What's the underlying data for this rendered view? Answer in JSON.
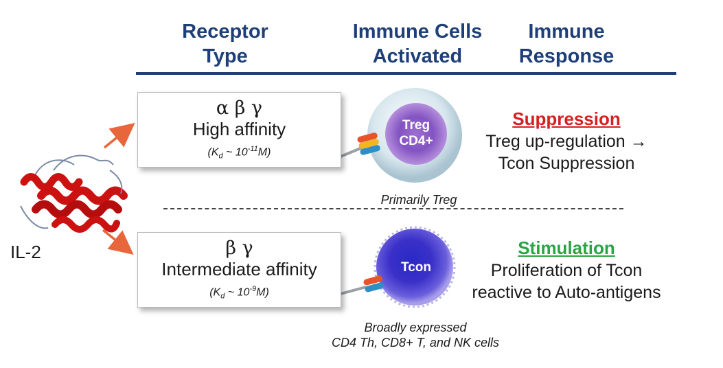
{
  "headers": {
    "receptor": [
      "Receptor",
      "Type"
    ],
    "cells": [
      "Immune Cells",
      "Activated"
    ],
    "response": [
      "Immune",
      "Response"
    ]
  },
  "protein": {
    "label": "IL-2"
  },
  "high_affinity": {
    "subunits": "α β γ",
    "affinity": "High affinity",
    "kd_prefix": "(K",
    "kd_sub": "d",
    "kd_mid": " ~ 10",
    "kd_exp": "-11",
    "kd_unit": "M)",
    "cell": {
      "line1": "Treg",
      "line2": "CD4+"
    },
    "caption": "Primarily Treg",
    "response_title": "Suppression",
    "response_lines": [
      "Treg up-regulation →",
      "Tcon Suppression"
    ]
  },
  "intermediate_affinity": {
    "subunits": "β γ",
    "affinity": "Intermediate affinity",
    "kd_prefix": "(K",
    "kd_sub": "d",
    "kd_mid": " ~ 10",
    "kd_exp": "-9",
    "kd_unit": "M)",
    "cell": {
      "line1": "Tcon"
    },
    "caption": [
      "Broadly expressed",
      "CD4 Th, CD8+ T, and NK cells"
    ],
    "response_title": "Stimulation",
    "response_lines": [
      "Proliferation of Tcon",
      "reactive to Auto-antigens"
    ]
  },
  "colors": {
    "header": "#1f3f78",
    "suppression": "#d6201f",
    "stimulation": "#2aa444",
    "arrow": "#e8663c",
    "protein": "#cc1111"
  }
}
